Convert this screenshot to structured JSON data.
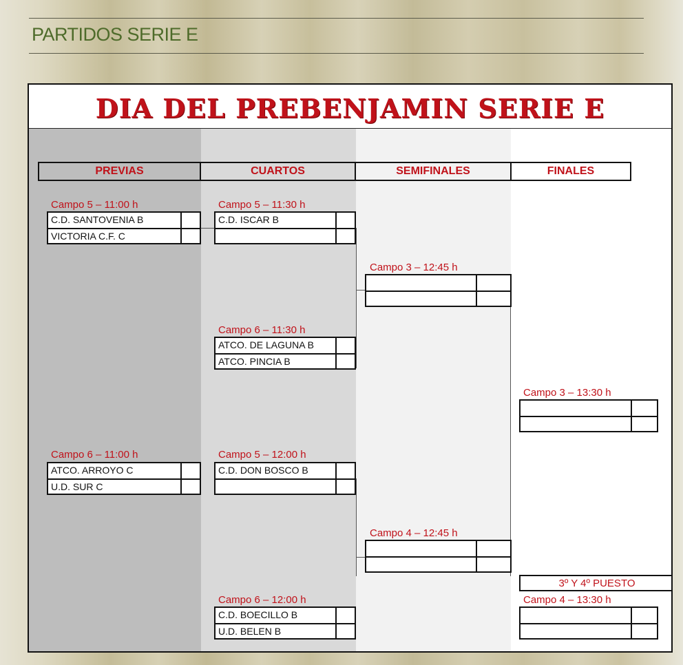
{
  "page": {
    "title": "PARTIDOS SERIE E"
  },
  "banner": {
    "title": "DIA DEL PREBENJAMIN SERIE E"
  },
  "rounds": [
    "PREVIAS",
    "CUARTOS",
    "SEMIFINALES",
    "FINALES"
  ],
  "previas": [
    {
      "label": "Campo 5 – 11:00 h",
      "team1": "C.D. SANTOVENIA B",
      "team2": "VICTORIA C.F. C"
    },
    {
      "label": "Campo 6 – 11:00 h",
      "team1": "ATCO. ARROYO C",
      "team2": "U.D. SUR C"
    }
  ],
  "cuartos": [
    {
      "label": "Campo 5 – 11:30 h",
      "team1": "C.D. ISCAR B",
      "team2": ""
    },
    {
      "label": "Campo 6 – 11:30 h",
      "team1": "ATCO. DE LAGUNA B",
      "team2": "ATCO. PINCIA B"
    },
    {
      "label": "Campo 5 – 12:00 h",
      "team1": "C.D. DON BOSCO B",
      "team2": ""
    },
    {
      "label": "Campo 6 – 12:00 h",
      "team1": "C.D. BOECILLO B",
      "team2": "U.D. BELEN B"
    }
  ],
  "semifinales": [
    {
      "label": "Campo 3 – 12:45 h",
      "team1": "",
      "team2": ""
    },
    {
      "label": "Campo 4 – 12:45 h",
      "team1": "",
      "team2": ""
    }
  ],
  "finales": [
    {
      "label": "Campo 3 – 13:30 h",
      "team1": "",
      "team2": ""
    },
    {
      "label": "Campo 4 – 13:30 h",
      "team1": "",
      "team2": ""
    }
  ],
  "third_place": {
    "label": "3º Y 4º PUESTO"
  },
  "colors": {
    "accent_red": "#c0121a",
    "header_green": "#4e6b2a"
  }
}
